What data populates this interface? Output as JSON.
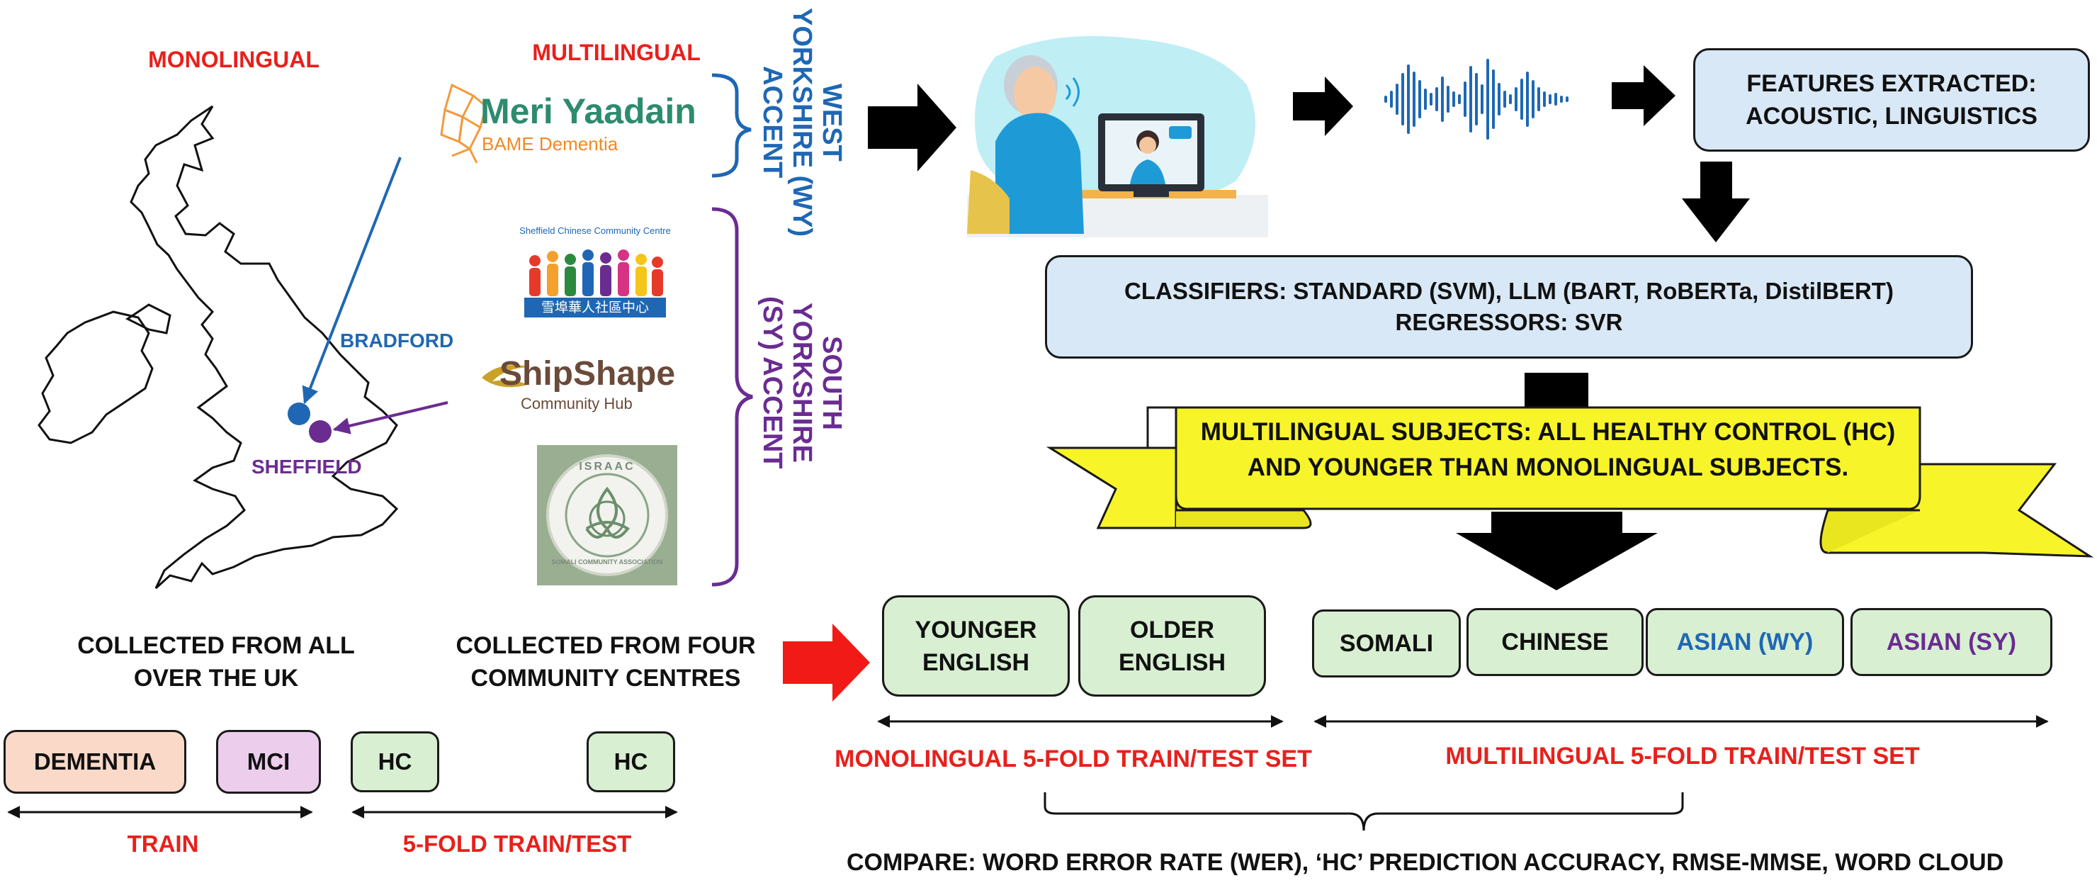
{
  "left": {
    "monolingual_title": "MONOLINGUAL",
    "multilingual_title": "MULTILINGUAL",
    "bradford_label": "BRADFORD",
    "sheffield_label": "SHEFFIELD",
    "collected_uk": "COLLECTED FROM ALL OVER THE UK",
    "collected_centres": "COLLECTED FROM FOUR COMMUNITY CENTRES",
    "wy_accent": "WEST YORKSHIRE (WY) ACCENT",
    "sy_accent": "SOUTH YORKSHIRE (SY) ACCENT"
  },
  "logos": {
    "meri_yaadain_name": "Meri Yaadain",
    "meri_yaadain_sub": "BAME Dementia",
    "sheffield_chinese_arc": "Sheffield Chinese Community Centre",
    "sheffield_chinese_zh": "雪埠華人社區中心",
    "shipshape_name": "ShipShape",
    "shipshape_sub": "Community Hub",
    "israac_top": "ISRAAC",
    "israac_bottom": "SOMALI COMMUNITY ASSOCIATION"
  },
  "pipeline": {
    "features": "FEATURES EXTRACTED: ACOUSTIC, LINGUISTICS",
    "classifiers_line1": "CLASSIFIERS: STANDARD (SVM), LLM (BART, RoBERTa, DistilBERT)",
    "classifiers_line2": "REGRESSORS: SVR",
    "banner_line1": "MULTILINGUAL SUBJECTS: ALL HEALTHY CONTROL (HC)",
    "banner_line2": "AND YOUNGER THAN MONOLINGUAL SUBJECTS."
  },
  "groups": {
    "younger_english": "YOUNGER ENGLISH",
    "older_english": "OLDER ENGLISH",
    "somali": "SOMALI",
    "chinese": "CHINESE",
    "asian_wy": "ASIAN (WY)",
    "asian_sy": "ASIAN (SY)"
  },
  "sets": {
    "monolingual_set": "MONOLINGUAL 5-FOLD TRAIN/TEST SET",
    "multilingual_set": "MULTILINGUAL 5-FOLD TRAIN/TEST SET",
    "compare": "COMPARE: WORD ERROR RATE (WER), ‘HC’ PREDICTION ACCURACY, RMSE-MMSE, WORD CLOUD"
  },
  "bottom_left": {
    "dementia": "DEMENTIA",
    "mci": "MCI",
    "hc1": "HC",
    "hc2": "HC",
    "train": "TRAIN",
    "five_fold": "5-FOLD TRAIN/TEST"
  },
  "colors": {
    "red": "#e8201c",
    "blue": "#1f67b4",
    "purple": "#6a2c91",
    "green_box": "#d8efd2",
    "lightblue_box": "#d9e8f6",
    "dementia_box": "#fbd9c9",
    "mci_box": "#eccdec",
    "banner_yellow": "#f7f52a"
  },
  "icons": [
    "uk-map-icon",
    "video-call-icon",
    "waveform-icon",
    "arrow-right-icon",
    "arrow-down-icon"
  ]
}
